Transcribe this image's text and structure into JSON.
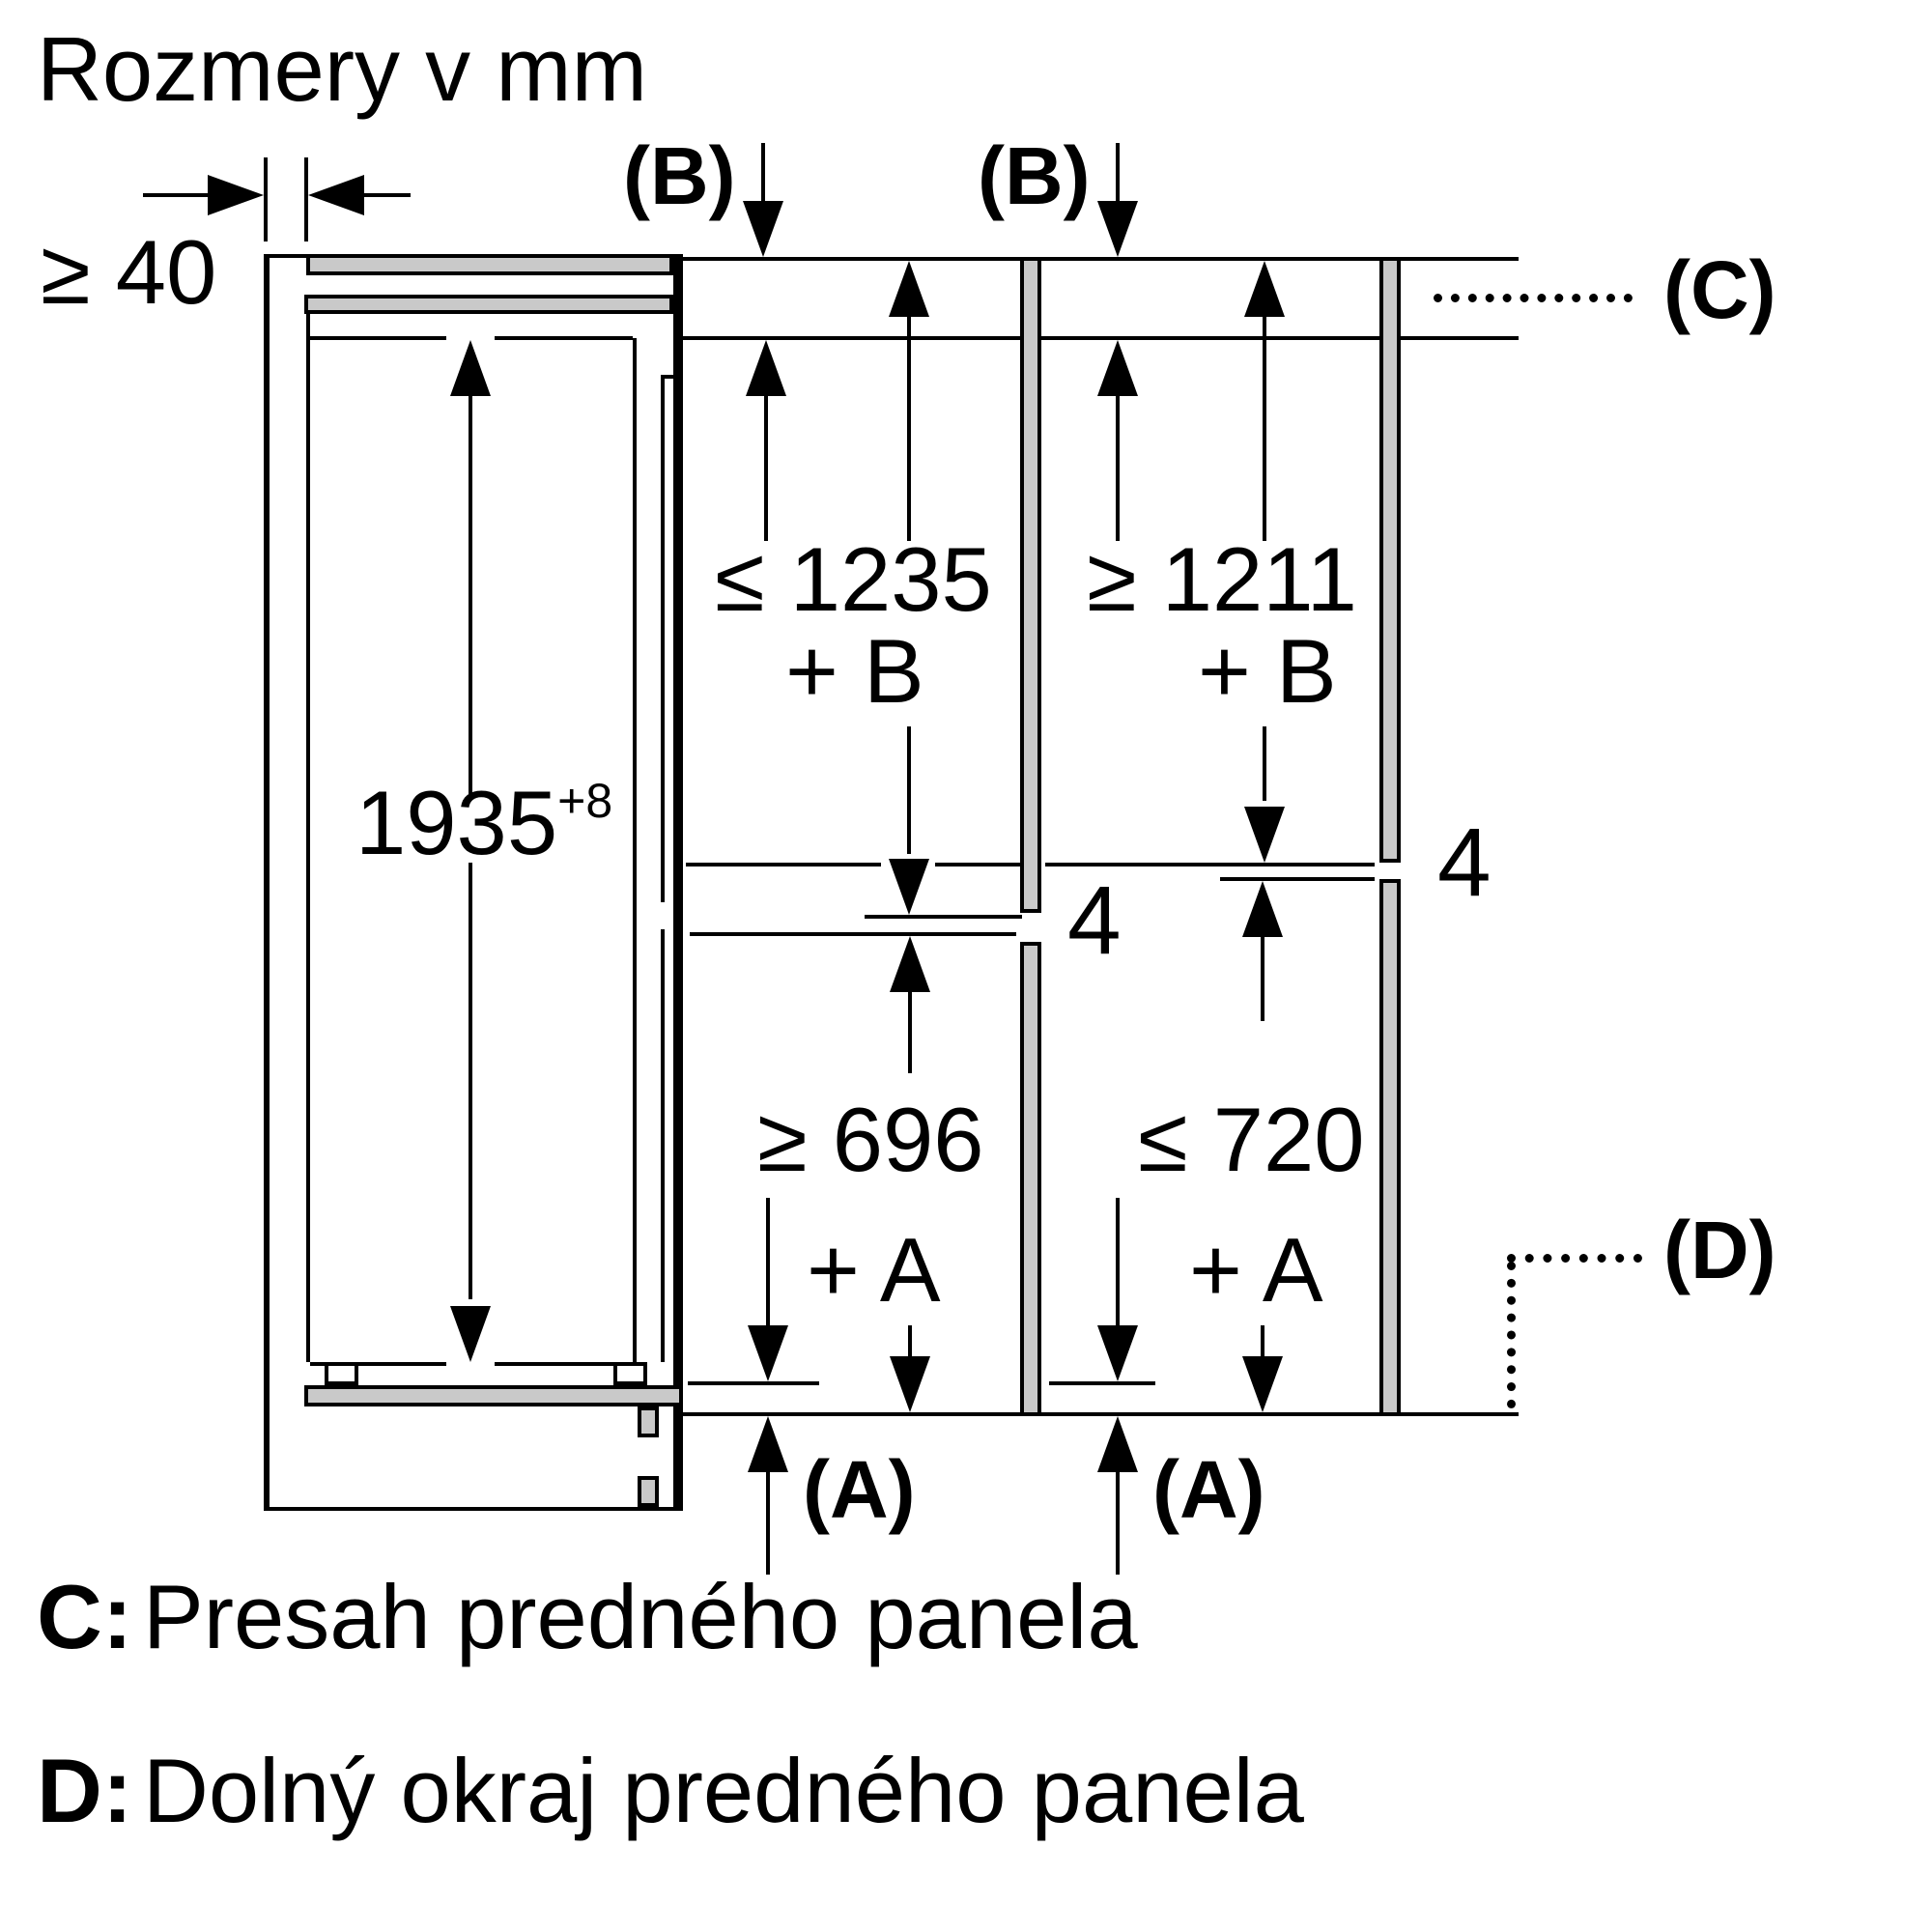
{
  "title": "Rozmery v mm",
  "drawing": {
    "wall_thickness_label": "≥ 40",
    "niche_height_label": "1935",
    "niche_height_tolerance": "+8",
    "panel_gap_label_1": "4",
    "panel_gap_label_2": "4",
    "ref_b_label_1": "(B)",
    "ref_b_label_2": "(B)",
    "ref_a_label_1": "(A)",
    "ref_a_label_2": "(A)",
    "ref_c_label": "(C)",
    "ref_d_label": "(D)",
    "dim_col1_top": {
      "value": "≤ 1235",
      "suffix": "+ B"
    },
    "dim_col2_top": {
      "value": "≥ 1211",
      "suffix": "+ B"
    },
    "dim_col1_bottom": {
      "value": "≥ 696",
      "suffix": "+ A"
    },
    "dim_col2_bottom": {
      "value": "≤ 720",
      "suffix": "+ A"
    }
  },
  "legend": {
    "c_key": "C:",
    "c_text": "Presah predného panela",
    "d_key": "D:",
    "d_text": "Dolný okraj predného panela"
  },
  "colors": {
    "line": "#000000",
    "panel_fill": "#c9c9c9",
    "background": "#ffffff"
  }
}
